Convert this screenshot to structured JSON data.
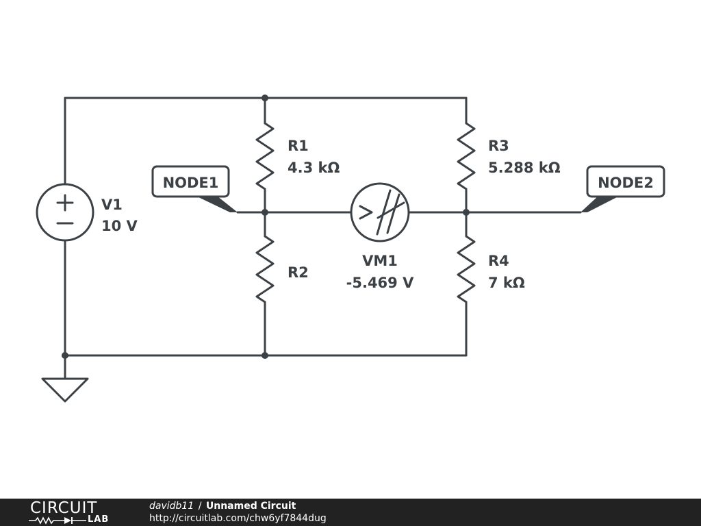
{
  "components": {
    "v1": {
      "name": "V1",
      "value": "10 V"
    },
    "r1": {
      "name": "R1",
      "value": "4.3 kΩ"
    },
    "r2": {
      "name": "R2"
    },
    "r3": {
      "name": "R3",
      "value": "5.288 kΩ"
    },
    "r4": {
      "name": "R4",
      "value": "7 kΩ"
    },
    "vm1": {
      "name": "VM1",
      "value": "-5.469 V"
    }
  },
  "nodes": {
    "node1": "NODE1",
    "node2": "NODE2"
  },
  "footer": {
    "logo_top": "CIRCUIT",
    "logo_bottom": "LAB",
    "author": "davidb11",
    "separator": "/",
    "title": "Unnamed Circuit",
    "url": "http://circuitlab.com/chw6yf7844dug"
  }
}
